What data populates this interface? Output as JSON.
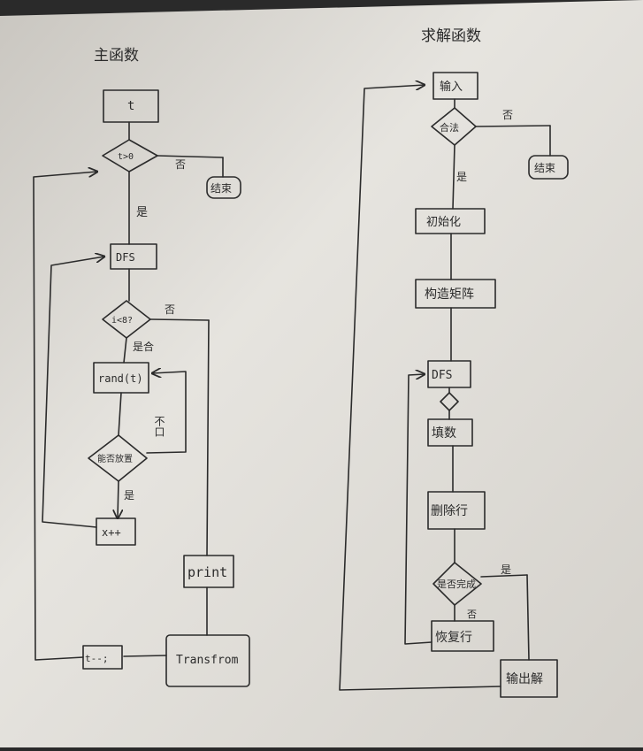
{
  "left_chart": {
    "title": "主函数",
    "start_box": "t",
    "cond1": "t>0",
    "no1": "否",
    "end1": "结束",
    "yes1": "是",
    "dfs_box": "DFS",
    "cond2": "i<8?",
    "fit_label": "是合",
    "yes_loop": "是合",
    "random_box": "rand(t)",
    "no_side": "不口",
    "cond3": "能否放置",
    "yes2": "是",
    "inc_box": "x++",
    "no2": "否",
    "print_box": "print",
    "transform_box": "Transfrom",
    "dec_box": "t--;"
  },
  "right_chart": {
    "title": "求解函数",
    "input_box": "输入",
    "cond_a": "合法",
    "no_a": "否",
    "end_a": "结束",
    "yes_a": "是",
    "init_box": "初始化",
    "build_box": "构造矩阵",
    "dfs_box": "DFS",
    "fill_box": "填数",
    "delete_box": "删除行",
    "cond_b": "是否完成",
    "yes_b": "是",
    "no_b": "否",
    "restore_box": "恢复行",
    "output_box": "输出解"
  }
}
